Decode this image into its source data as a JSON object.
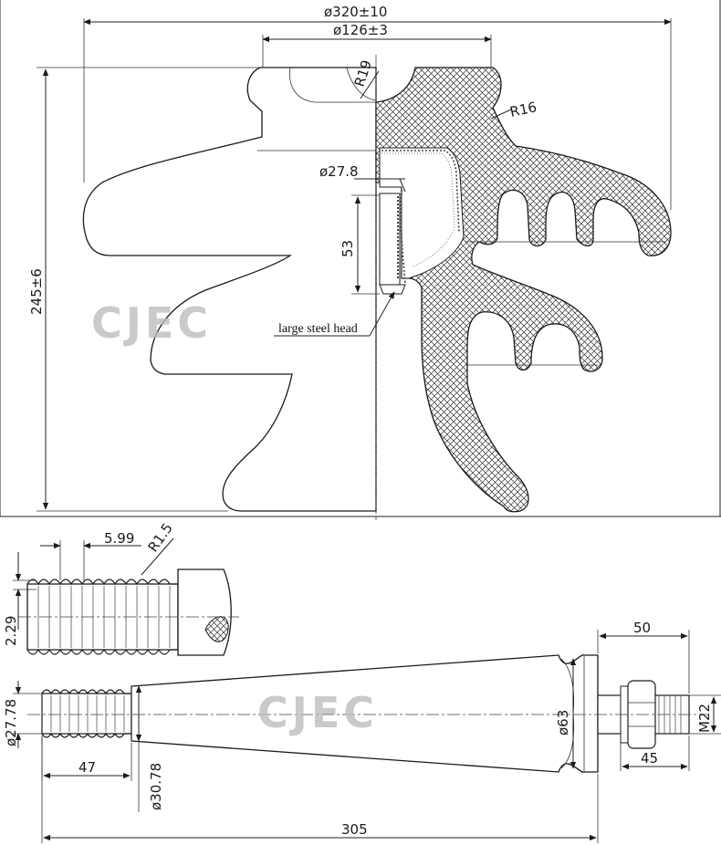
{
  "top_view": {
    "dim_outer_diameter": "ø320±10",
    "dim_cap_diameter": "ø126±3",
    "dim_r19": "R19",
    "dim_r16": "R16",
    "dim_pin_diameter": "ø27.8",
    "dim_pin_depth": "53",
    "dim_height": "245±6",
    "label_steel_head": "large steel head"
  },
  "bottom_view": {
    "dim_pitch": "5.99",
    "dim_r15": "R1.5",
    "dim_thread_depth": "2.29",
    "dim_thread_diameter": "ø27.78",
    "dim_thread_length": "47",
    "dim_shank_diameter": "ø30.78",
    "dim_total_length": "305",
    "dim_head_diameter": "ø63",
    "dim_bolt_length": "50",
    "dim_nut_length": "45",
    "dim_thread_size": "M22"
  },
  "watermark": {
    "brand": "CJEC",
    "color": "#bdbdbd"
  },
  "colors": {
    "line": "#1a1a1a",
    "background": "#ffffff"
  }
}
